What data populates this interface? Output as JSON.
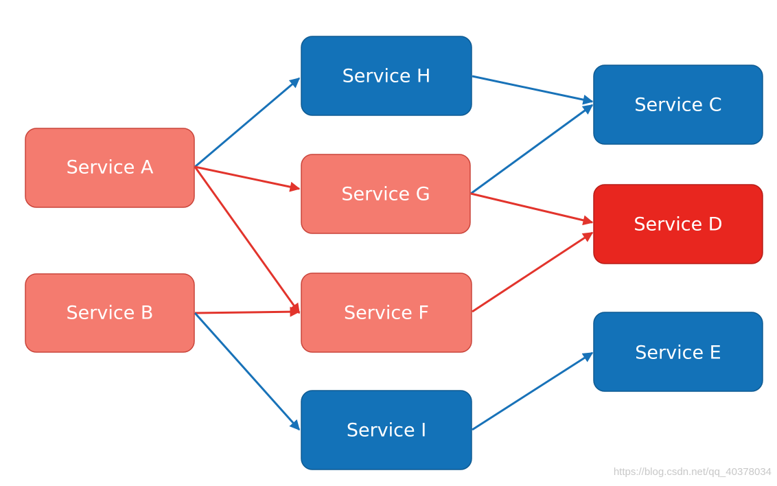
{
  "diagram": {
    "nodes": {
      "a": {
        "label": "Service A",
        "state": "degraded"
      },
      "b": {
        "label": "Service B",
        "state": "degraded"
      },
      "c": {
        "label": "Service C",
        "state": "healthy"
      },
      "d": {
        "label": "Service D",
        "state": "failed"
      },
      "e": {
        "label": "Service E",
        "state": "healthy"
      },
      "f": {
        "label": "Service F",
        "state": "degraded"
      },
      "g": {
        "label": "Service G",
        "state": "degraded"
      },
      "h": {
        "label": "Service H",
        "state": "healthy"
      },
      "i": {
        "label": "Service I",
        "state": "healthy"
      }
    },
    "edges": [
      {
        "from": "Service A",
        "to": "Service H",
        "state": "healthy"
      },
      {
        "from": "Service A",
        "to": "Service G",
        "state": "degraded"
      },
      {
        "from": "Service A",
        "to": "Service F",
        "state": "degraded"
      },
      {
        "from": "Service B",
        "to": "Service F",
        "state": "degraded"
      },
      {
        "from": "Service B",
        "to": "Service I",
        "state": "healthy"
      },
      {
        "from": "Service H",
        "to": "Service C",
        "state": "healthy"
      },
      {
        "from": "Service G",
        "to": "Service C",
        "state": "healthy"
      },
      {
        "from": "Service G",
        "to": "Service D",
        "state": "degraded"
      },
      {
        "from": "Service F",
        "to": "Service D",
        "state": "degraded"
      },
      {
        "from": "Service I",
        "to": "Service E",
        "state": "healthy"
      }
    ]
  },
  "colors": {
    "healthy_fill": "#1372b8",
    "healthy_stroke": "#0e5a92",
    "degraded_fill": "#f47b6f",
    "degraded_stroke": "#c9443a",
    "failed_fill": "#e8261f",
    "failed_stroke": "#b51c16",
    "healthy_edge": "#1872b8",
    "degraded_edge": "#e2342c"
  },
  "watermark": "https://blog.csdn.net/qq_40378034"
}
